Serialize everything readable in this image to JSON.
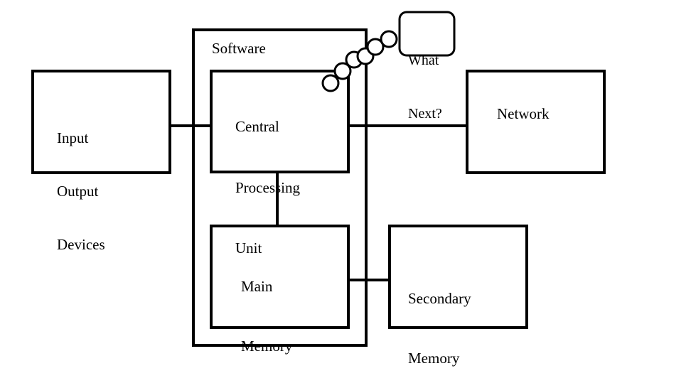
{
  "diagram": {
    "software": {
      "label": "Software"
    },
    "io": {
      "lines": [
        "Input",
        "Output",
        "Devices"
      ]
    },
    "cpu": {
      "lines": [
        "Central",
        "Processing",
        "Unit"
      ]
    },
    "network": {
      "label": "Network"
    },
    "main_memory": {
      "lines": [
        "Main",
        "Memory"
      ]
    },
    "secondary_memory": {
      "lines": [
        "Secondary",
        "Memory"
      ]
    },
    "thought_bubble": {
      "lines": [
        "What",
        "Next?"
      ]
    }
  },
  "colors": {
    "stroke": "#000000",
    "background": "#ffffff"
  }
}
